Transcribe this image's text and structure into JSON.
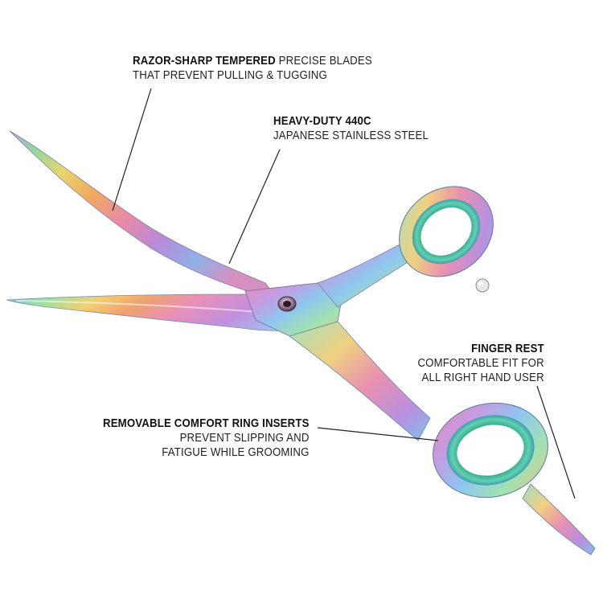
{
  "callouts": {
    "razor": {
      "bold": "RAZOR-SHARP TEMPERED",
      "line1_rest": "PRECISE BLADES",
      "line2": "THAT PREVENT PULLING & TUGGING"
    },
    "heavy": {
      "bold": "HEAVY-DUTY 440C",
      "line2": "JAPANESE STAINLESS STEEL"
    },
    "finger": {
      "bold": "FINGER REST",
      "line2": "COMFORTABLE FIT FOR",
      "line3": "ALL RIGHT HAND USER"
    },
    "ring": {
      "bold": "REMOVABLE COMFORT RING INSERTS",
      "line2": "PREVENT SLIPPING AND",
      "line3": "FATIGUE WHILE GROOMING"
    }
  },
  "colors": {
    "background": "#ffffff",
    "text": "#1a1a1a",
    "leader_line": "#222222"
  },
  "product": "rainbow-titanium-curved-grooming-scissors"
}
